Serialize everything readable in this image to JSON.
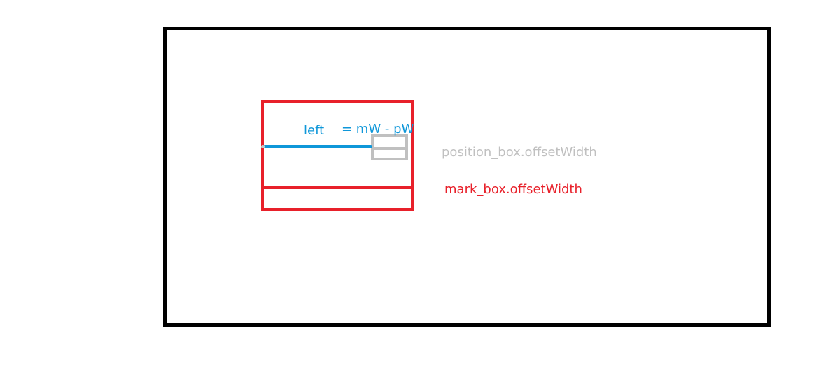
{
  "diagram": {
    "labels": {
      "left": "left",
      "formula": "= mW - pW",
      "position_box": "position_box.offsetWidth",
      "mark_box": "mark_box.offsetWidth"
    },
    "colors": {
      "outer_frame": "#000000",
      "mark_box": "#e8202a",
      "position_box": "#c0c0c0",
      "left_line": "#0f97d9",
      "background": "#ffffff"
    }
  }
}
